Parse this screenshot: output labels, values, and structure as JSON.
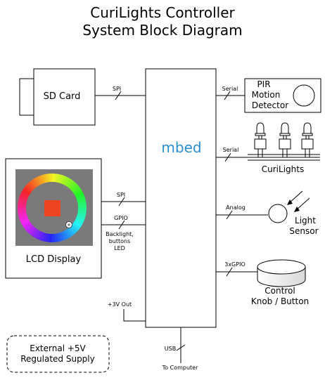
{
  "title": {
    "line1": "CuriLights Controller",
    "line2": "System Block Diagram"
  },
  "center": {
    "label": "mbed",
    "color": "#2a8fd0"
  },
  "blocks": {
    "sd_card": "SD Card",
    "lcd": "LCD Display",
    "pir_line1": "PIR",
    "pir_line2": "Motion",
    "pir_line3": "Detector",
    "curilights": "CuriLights",
    "light_line1": "Light",
    "light_line2": "Sensor",
    "knob_line1": "Control",
    "knob_line2": "Knob / Button",
    "supply_line1": "External +5V",
    "supply_line2": "Regulated Supply"
  },
  "connections": {
    "sd_spi": "SPI",
    "lcd_spi": "SPI",
    "lcd_gpio": "GPIO",
    "lcd_gpio_note1": "Backlight,",
    "lcd_gpio_note2": "buttons",
    "lcd_gpio_note3": "LED",
    "power": "+3V Out",
    "usb": "USB",
    "usb_dest": "To Computer",
    "pir_serial": "Serial",
    "lights_serial": "Serial",
    "analog": "Analog",
    "knob_gpio": "3xGPIO"
  },
  "colors": {
    "lcd_screen": "#7a7a7a",
    "lcd_square": "#ee4422"
  }
}
